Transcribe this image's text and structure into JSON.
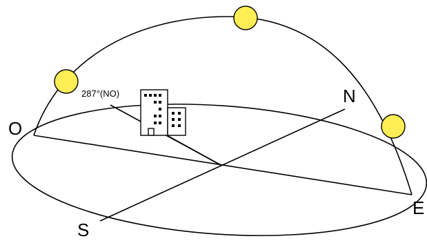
{
  "diagram": {
    "labels": {
      "west": "O",
      "north": "N",
      "east": "E",
      "south": "S"
    },
    "building_azimuth": "287°(NO)",
    "sun_color": "#ffee55",
    "icons": [
      "sun-icon",
      "building-icon"
    ]
  }
}
